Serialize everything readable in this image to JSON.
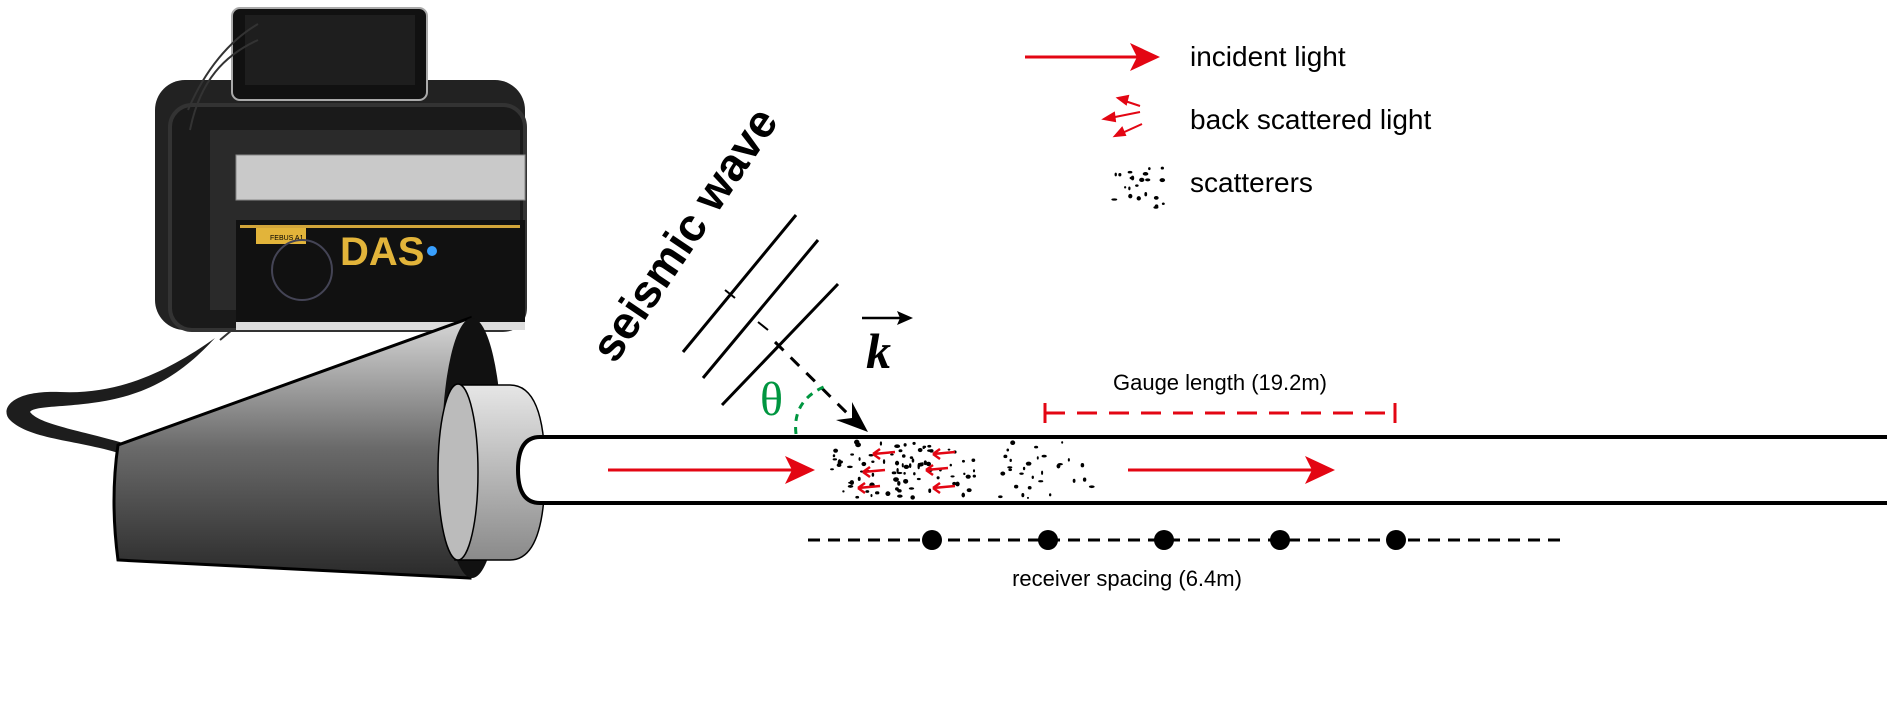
{
  "device": {
    "label": "DAS",
    "brand": "FEBUS A1"
  },
  "legend": {
    "incident": "incident light",
    "backscatter": "back scattered light",
    "scatterers": "scatterers"
  },
  "wave": {
    "label": "seismic wave",
    "vector": "k",
    "angle": "θ"
  },
  "gauge_label": "Gauge length (19.2m)",
  "receiver_label": "receiver spacing (6.4m)",
  "receiver_count": 5,
  "colors": {
    "light": "#e30613",
    "angle": "#009640",
    "das_text": "#e2b43a"
  }
}
